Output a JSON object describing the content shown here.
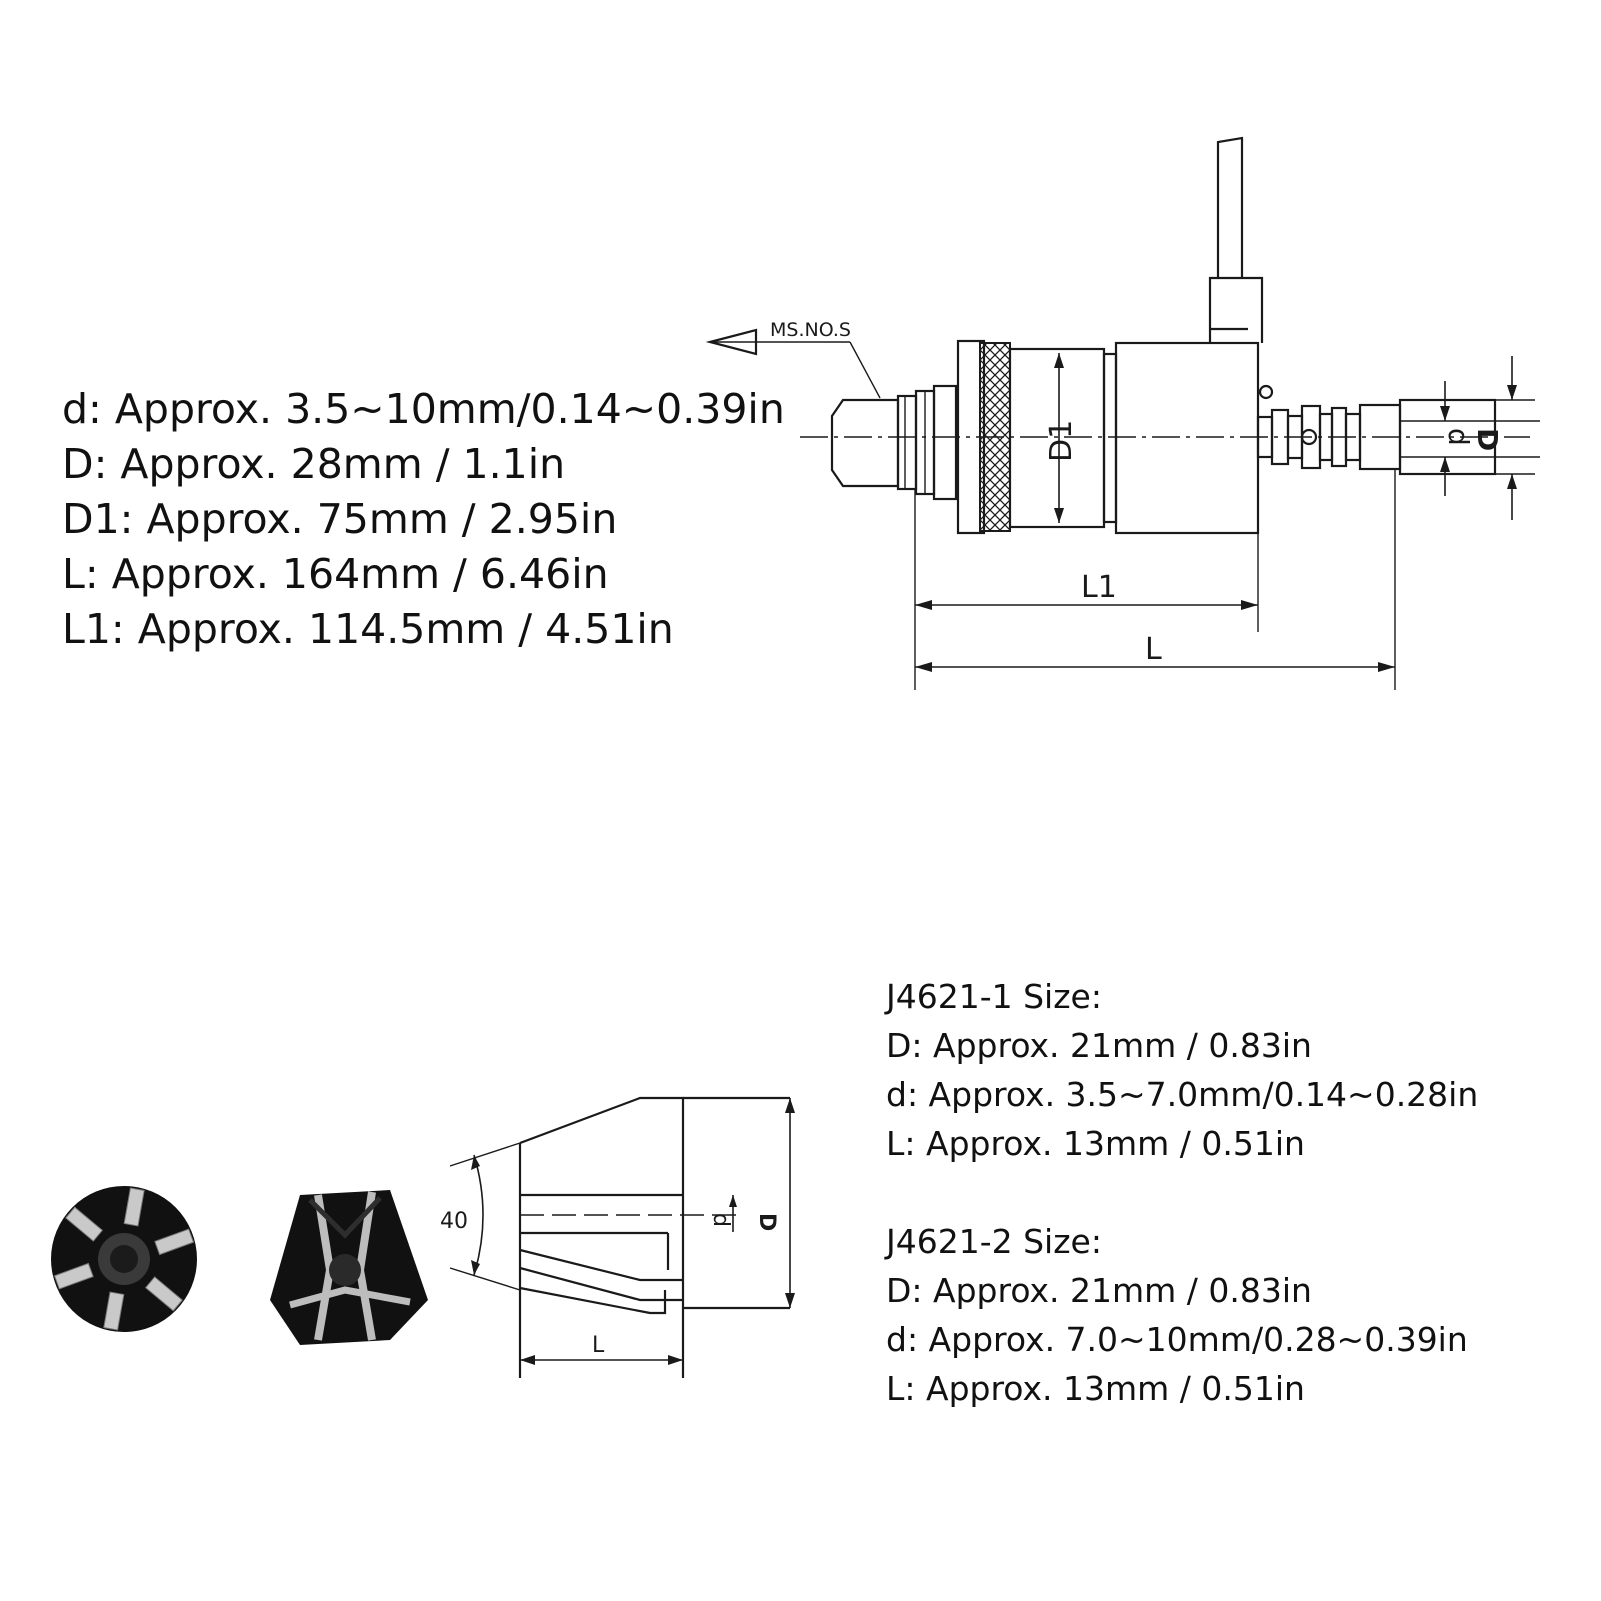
{
  "tap_holder": {
    "drawing_labels": {
      "morse": "MS.NO.S",
      "d1": "D1",
      "d": "d",
      "D": "D",
      "l1": "L1",
      "l": "L"
    },
    "specs": [
      "d: Approx. 3.5~10mm/0.14~0.39in",
      "D: Approx. 28mm / 1.1in",
      "D1: Approx. 75mm / 2.95in",
      "L: Approx. 164mm / 6.46in",
      "L1: Approx. 114.5mm / 4.51in"
    ]
  },
  "collet": {
    "drawing_labels": {
      "angle": "40",
      "d": "d",
      "D": "D",
      "l": "L"
    },
    "j4621_1": {
      "title": "J4621-1 Size:",
      "lines": [
        "D: Approx. 21mm / 0.83in",
        "d: Approx. 3.5~7.0mm/0.14~0.28in",
        "L: Approx. 13mm / 0.51in"
      ]
    },
    "j4621_2": {
      "title": "J4621-2 Size:",
      "lines": [
        "D: Approx. 21mm / 0.83in",
        "d: Approx. 7.0~10mm/0.28~0.39in",
        "L: Approx. 13mm / 0.51in"
      ]
    }
  }
}
